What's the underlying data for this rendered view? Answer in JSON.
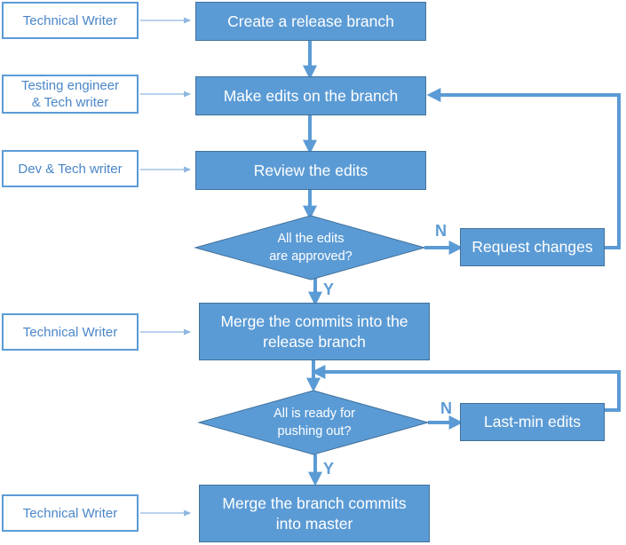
{
  "roles": {
    "r1": "Technical Writer",
    "r2_line1": "Testing engineer",
    "r2_line2": "& Tech writer",
    "r3": "Dev & Tech writer",
    "r4": "Technical Writer",
    "r5": "Technical Writer"
  },
  "steps": {
    "create": "Create a release branch",
    "edits": "Make edits on the branch",
    "review": "Review the edits",
    "merge_line1": "Merge the commits into the",
    "merge_line2": "release branch",
    "merge_master_line1": "Merge the branch commits",
    "merge_master_line2": "into master",
    "request_changes": "Request changes",
    "last_min": "Last-min edits"
  },
  "decisions": {
    "approved_line1": "All the edits",
    "approved_line2": "are approved?",
    "ready_line1": "All is ready for",
    "ready_line2": "pushing out?"
  },
  "branch_labels": {
    "n1": "N",
    "y1": "Y",
    "n2": "N",
    "y2": "Y"
  },
  "colors": {
    "fill": "#5b9bd5",
    "stroke": "#41719c",
    "role_border": "#5b9bd5",
    "role_text": "#4a86c8",
    "thin_arrow": "#8fb8e0"
  }
}
